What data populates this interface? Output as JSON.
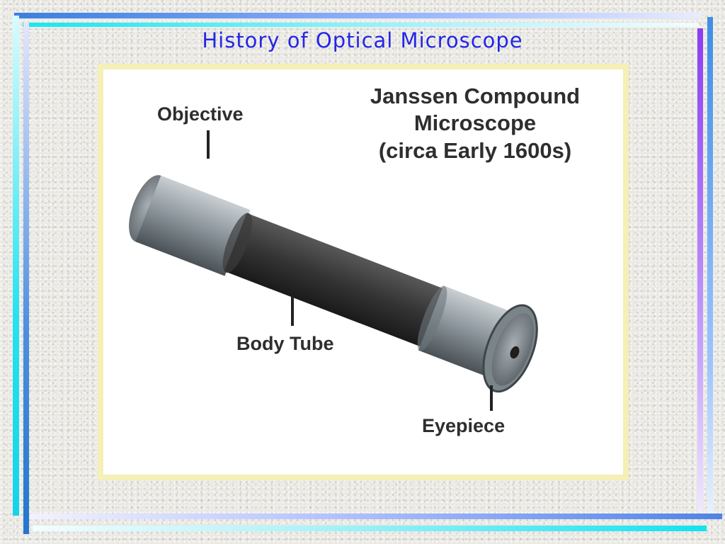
{
  "slide": {
    "title": "History of Optical Microscope"
  },
  "figure": {
    "heading_lines": [
      "Janssen Compound",
      "Microscope",
      "(circa Early 1600s)"
    ],
    "labels": {
      "objective": "Objective",
      "body_tube": "Body Tube",
      "eyepiece": "Eyepiece"
    }
  },
  "colors": {
    "title": "#2525e8",
    "frame_border": "#f4f0b6",
    "label_text": "#2e2e2e"
  }
}
